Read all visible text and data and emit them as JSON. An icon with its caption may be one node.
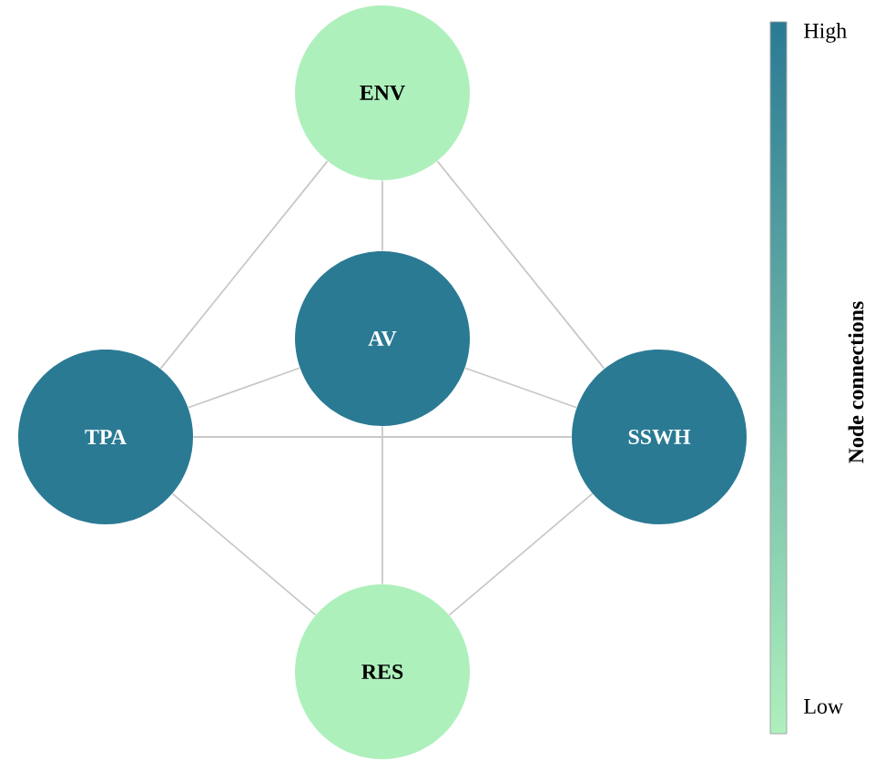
{
  "diagram": {
    "nodes": [
      {
        "text": [
          "ENV"
        ]
      },
      {
        "text": [
          "AV"
        ]
      },
      {
        "text": [
          "TPA"
        ]
      },
      {
        "text": [
          "SSWH"
        ]
      },
      {
        "text": [
          "RES"
        ]
      }
    ],
    "edges": [
      {
        "from": 0,
        "to": 1,
        "arrow": "none"
      },
      {
        "from": 0,
        "to": 2,
        "arrow": "none"
      },
      {
        "from": 0,
        "to": 3,
        "arrow": "none"
      },
      {
        "from": 1,
        "to": 2,
        "arrow": "none"
      },
      {
        "from": 1,
        "to": 3,
        "arrow": "none"
      },
      {
        "from": 1,
        "to": 4,
        "arrow": "none"
      },
      {
        "from": 2,
        "to": 3,
        "arrow": "none"
      },
      {
        "from": 2,
        "to": 4,
        "arrow": "none"
      },
      {
        "from": 3,
        "to": 4,
        "arrow": "none"
      }
    ],
    "labels": [
      "High",
      "Node connections",
      "Low"
    ]
  }
}
